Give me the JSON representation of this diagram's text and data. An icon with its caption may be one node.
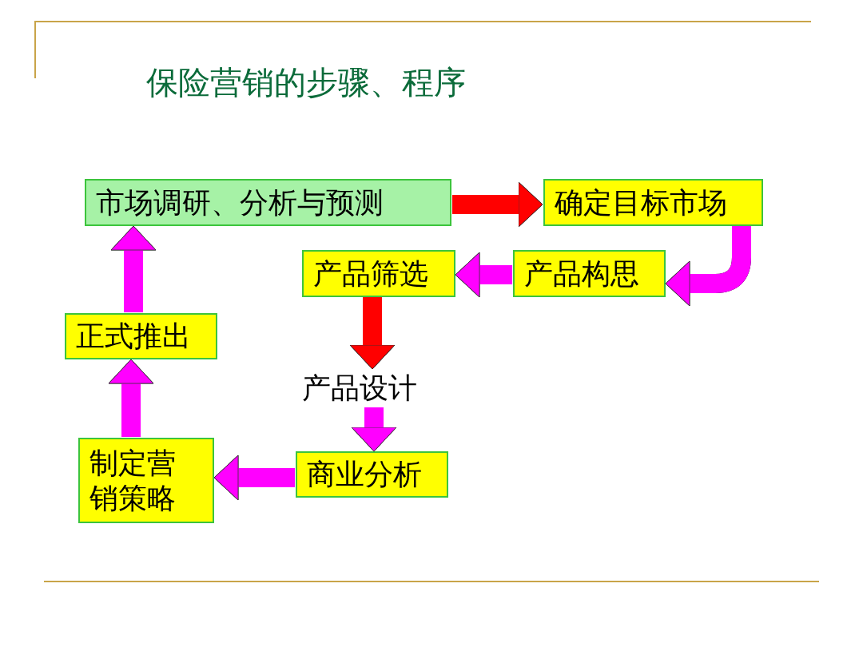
{
  "diagram": {
    "title": "保险营销的步骤、程序",
    "nodes": [
      {
        "text": [
          "市场调研、分析与预测"
        ]
      },
      {
        "text": [
          "确定目标市场"
        ]
      },
      {
        "text": [
          "产品构思"
        ]
      },
      {
        "text": [
          "产品筛选"
        ]
      },
      {
        "text": [
          "产品设计"
        ]
      },
      {
        "text": [
          "商业分析"
        ]
      },
      {
        "text": [
          "制定营销策略"
        ]
      },
      {
        "text": [
          "正式推出"
        ]
      }
    ],
    "edges": [
      {
        "from": 0,
        "to": 1,
        "arrow": "to",
        "color": "#ff0000"
      },
      {
        "from": 1,
        "to": 2,
        "arrow": "to"
      },
      {
        "from": 2,
        "to": 3,
        "arrow": "to"
      },
      {
        "from": 3,
        "to": 4,
        "arrow": "to",
        "color": "#ff0000"
      },
      {
        "from": 4,
        "to": 5,
        "arrow": "to"
      },
      {
        "from": 5,
        "to": 6,
        "arrow": "to"
      },
      {
        "from": 6,
        "to": 7,
        "arrow": "to"
      },
      {
        "from": 7,
        "to": 0,
        "arrow": "to"
      }
    ]
  }
}
